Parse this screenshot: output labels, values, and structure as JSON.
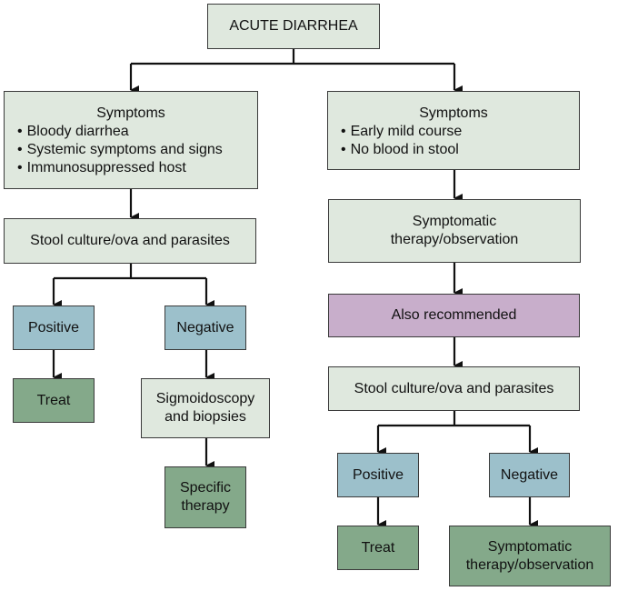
{
  "title": "ACUTE DIARRHEA",
  "colors": {
    "neutral_box": "#dfe8de",
    "result_box": "#9cc0cb",
    "action_box": "#84a98a",
    "recommend_box": "#c8aecb",
    "line": "#111111"
  },
  "left_branch": {
    "symptoms": {
      "heading": "Symptoms",
      "bullets": [
        "Bloody diarrhea",
        "Systemic symptoms and signs",
        "Immunosuppressed host"
      ]
    },
    "test": "Stool culture/ova and parasites",
    "positive": {
      "label": "Positive",
      "action": "Treat"
    },
    "negative": {
      "label": "Negative",
      "next_step": [
        "Sigmoidoscopy",
        "and biopsies"
      ],
      "action": [
        "Specific",
        "therapy"
      ]
    }
  },
  "right_branch": {
    "symptoms": {
      "heading": "Symptoms",
      "bullets": [
        "Early mild course",
        "No blood in stool"
      ]
    },
    "initial_step": [
      "Symptomatic",
      "therapy/observation"
    ],
    "also_recommended": "Also recommended",
    "test": "Stool culture/ova and parasites",
    "positive": {
      "label": "Positive",
      "action": "Treat"
    },
    "negative": {
      "label": "Negative",
      "action": [
        "Symptomatic",
        "therapy/observation"
      ]
    }
  }
}
